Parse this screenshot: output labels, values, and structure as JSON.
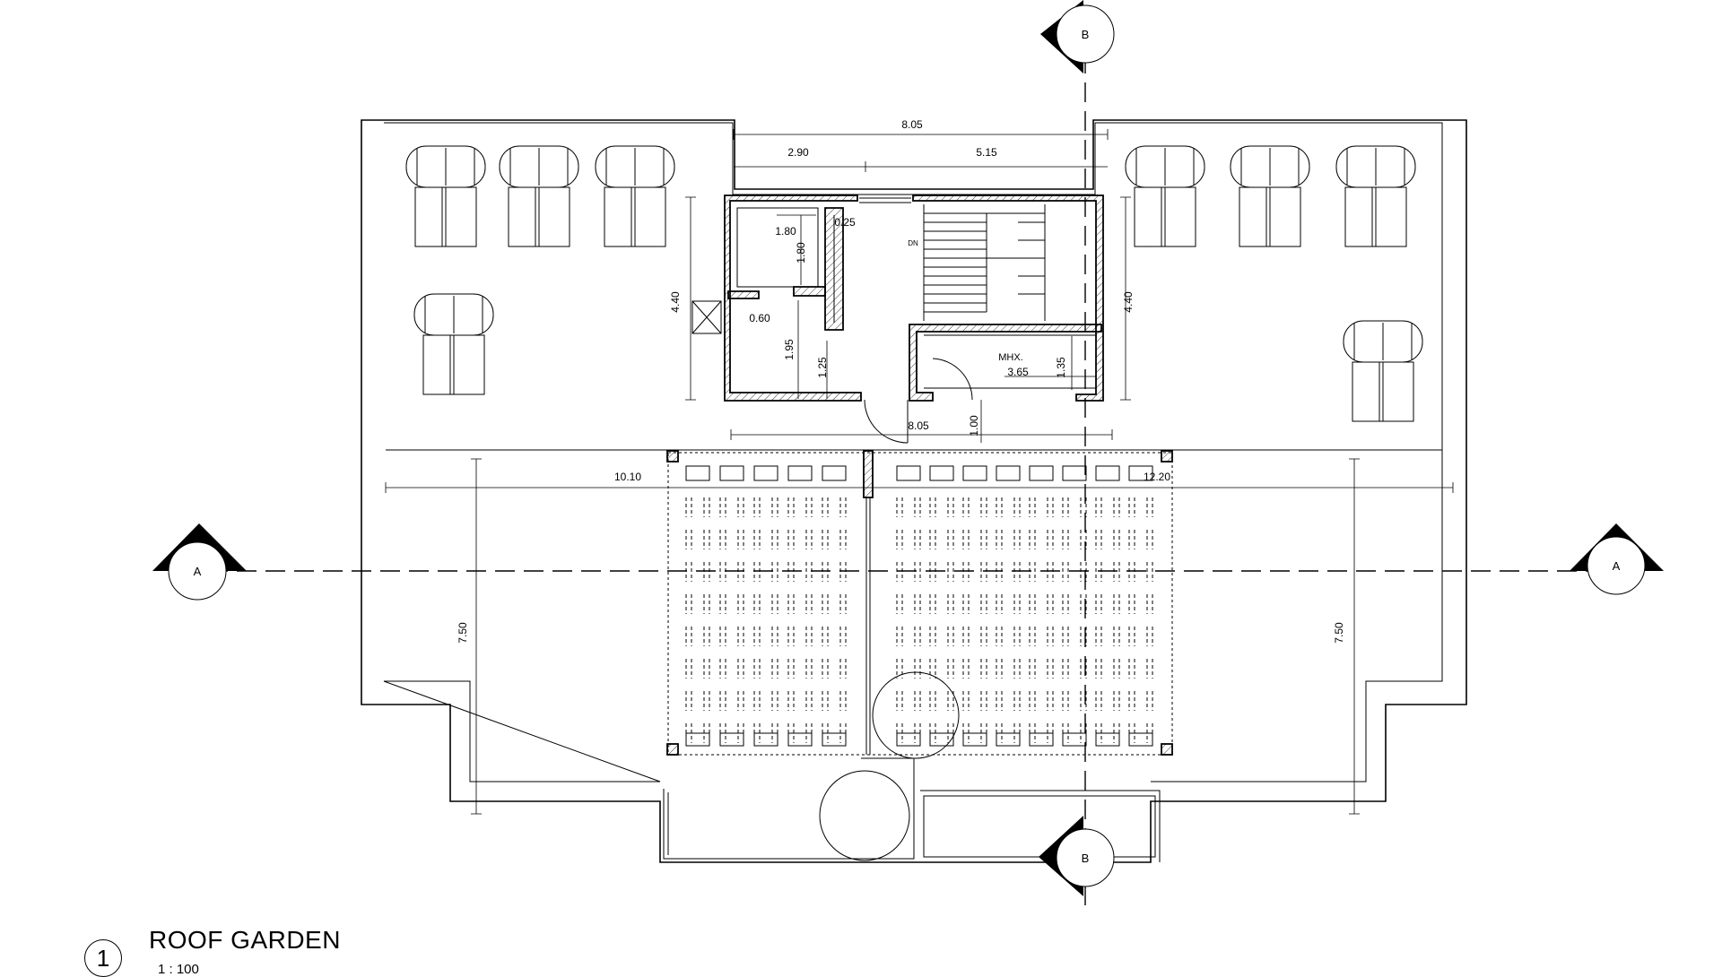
{
  "drawing": {
    "view_number": "1",
    "title": "ROOF GARDEN",
    "scale": "1 : 100"
  },
  "sections": {
    "a_left": "A",
    "a_right": "A",
    "b_top": "B",
    "b_bottom": "B"
  },
  "dimensions": {
    "overall_top": "8.05",
    "left_span": "2.90",
    "right_span": "5.15",
    "room_width": "1.80",
    "room_height": "1.80",
    "wall_thickness": "0.25",
    "core_height_left": "4.40",
    "core_height_right": "4.40",
    "opening": "0.60",
    "lower_room_height": "1.95",
    "partition_height": "1.25",
    "mhx_width": "3.65",
    "mhx_height": "1.35",
    "core_bottom": "8.05",
    "door_depth": "1.00",
    "terrace_left": "10.10",
    "terrace_right": "12.20",
    "pergola_left": "7.50",
    "pergola_right": "7.50"
  },
  "labels": {
    "stair_direction": "DN",
    "mechanical_room": "MHX."
  }
}
